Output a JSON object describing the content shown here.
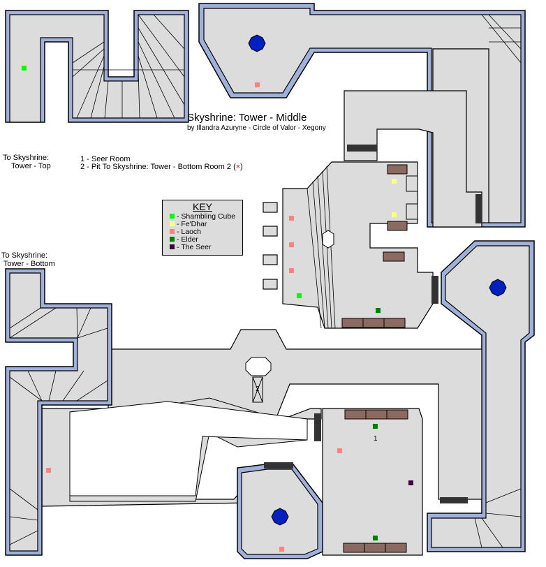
{
  "title": "Skyshrine: Tower - Middle",
  "subtitle": "by Illandra Azuryne - Circle of Valor - Xegony",
  "exits": {
    "top": "To Skyshrine:\n    Tower - Top",
    "bottom": "To Skyshrine:\n Tower - Bottom"
  },
  "notes": {
    "n1": "1 - Seer Room",
    "n2_prefix": "2 - Pit To Skyshrine: Tower - Bottom Room 2 (",
    "n2_mark": "×",
    "n2_suffix": ")"
  },
  "map_labels": {
    "one": "1",
    "two": "2"
  },
  "key": {
    "heading": "KEY",
    "items": [
      {
        "label": "- Shambling Cube",
        "color": "#00ff00"
      },
      {
        "label": "- Fe'Dhar",
        "color": "#ffff80"
      },
      {
        "label": "- Laoch",
        "color": "#ff8080"
      },
      {
        "label": "- Elder",
        "color": "#008000"
      },
      {
        "label": "- The Seer",
        "color": "#400040"
      }
    ]
  }
}
